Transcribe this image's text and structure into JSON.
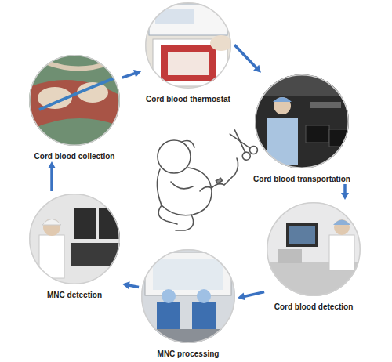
{
  "diagram": {
    "nodes": [
      {
        "text": [
          "Cord blood collection"
        ]
      },
      {
        "text": [
          "Cord blood thermostat"
        ]
      },
      {
        "text": [
          "Cord blood transportation"
        ]
      },
      {
        "text": [
          "Cord blood detection"
        ]
      },
      {
        "text": [
          "MNC processing"
        ]
      },
      {
        "text": [
          "MNC detection"
        ]
      }
    ],
    "edges": [
      {
        "from": 0,
        "to": 1,
        "arrow": "to"
      },
      {
        "from": 1,
        "to": 2,
        "arrow": "to"
      },
      {
        "from": 2,
        "to": 3,
        "arrow": "to"
      },
      {
        "from": 3,
        "to": 4,
        "arrow": "to"
      },
      {
        "from": 4,
        "to": 5,
        "arrow": "to"
      },
      {
        "from": 5,
        "to": 0,
        "arrow": "to"
      }
    ]
  }
}
